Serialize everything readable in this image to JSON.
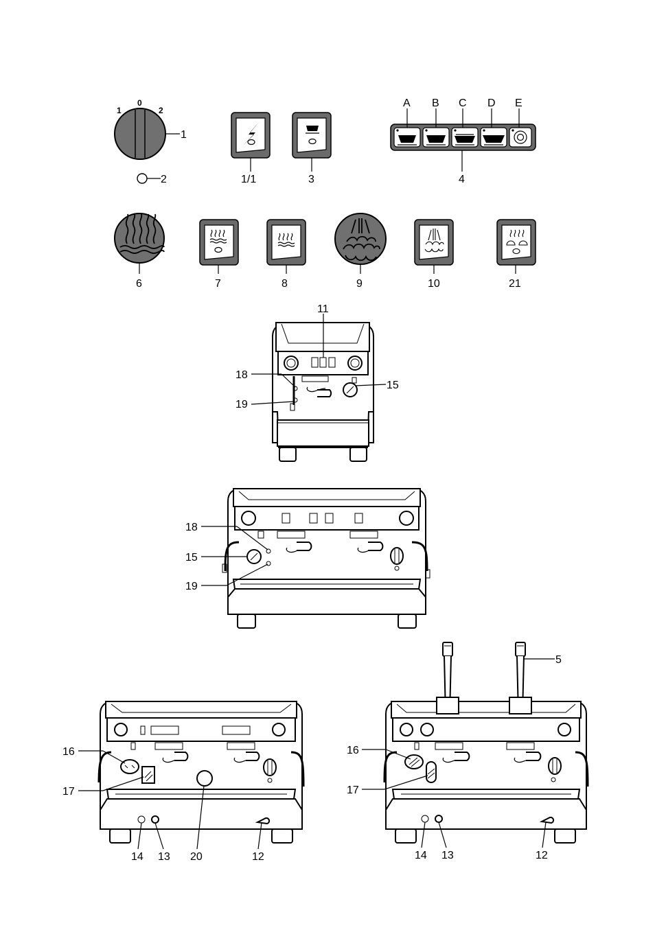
{
  "selector": {
    "positions": [
      "1",
      "0",
      "2"
    ],
    "callouts": [
      "1",
      "2"
    ]
  },
  "buttons_row1": {
    "callouts": [
      "1/1",
      "3"
    ]
  },
  "keypad": {
    "keys": [
      "A",
      "B",
      "C",
      "D",
      "E"
    ],
    "callout": "4"
  },
  "row2": {
    "callouts": [
      "6",
      "7",
      "8",
      "9",
      "10",
      "21"
    ]
  },
  "machine_compact": {
    "callouts": [
      "11",
      "18",
      "19",
      "15"
    ]
  },
  "machine_two_group": {
    "callouts": [
      "18",
      "15",
      "19"
    ]
  },
  "machine_left": {
    "callouts": [
      "16",
      "17",
      "14",
      "13",
      "20",
      "12"
    ]
  },
  "machine_right": {
    "callouts": [
      "5",
      "16",
      "17",
      "14",
      "13",
      "12"
    ]
  },
  "colors": {
    "dark": "#6a6a6a",
    "ink": "#000000",
    "paper": "#ffffff"
  }
}
